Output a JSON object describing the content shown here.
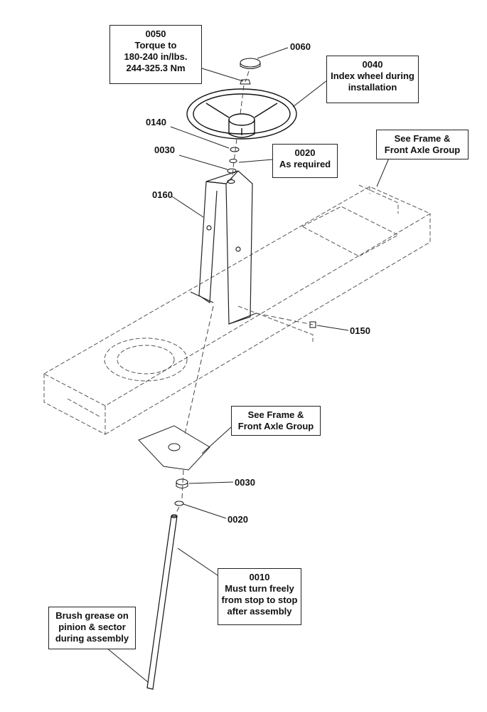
{
  "callouts": {
    "c0050": {
      "part": "0050",
      "lines": [
        "Torque to",
        "180-240 in/lbs.",
        "244-325.3 Nm"
      ]
    },
    "c0040": {
      "part": "0040",
      "lines": [
        "Index wheel during",
        "installation"
      ]
    },
    "c0020_top": {
      "part": "0020",
      "lines": [
        "As required"
      ]
    },
    "frame_top": {
      "lines": [
        "See Frame &",
        "Front Axle Group"
      ]
    },
    "frame_mid": {
      "lines": [
        "See Frame &",
        "Front Axle Group"
      ]
    },
    "c0010": {
      "part": "0010",
      "lines": [
        "Must turn freely",
        "from stop to stop",
        "after assembly"
      ]
    },
    "grease": {
      "lines": [
        "Brush grease on",
        "pinion & sector",
        "during assembly"
      ]
    }
  },
  "labels": {
    "p0060": "0060",
    "p0140": "0140",
    "p0030_top": "0030",
    "p0160": "0160",
    "p0150": "0150",
    "p0030_bottom": "0030",
    "p0020_bottom": "0020"
  }
}
